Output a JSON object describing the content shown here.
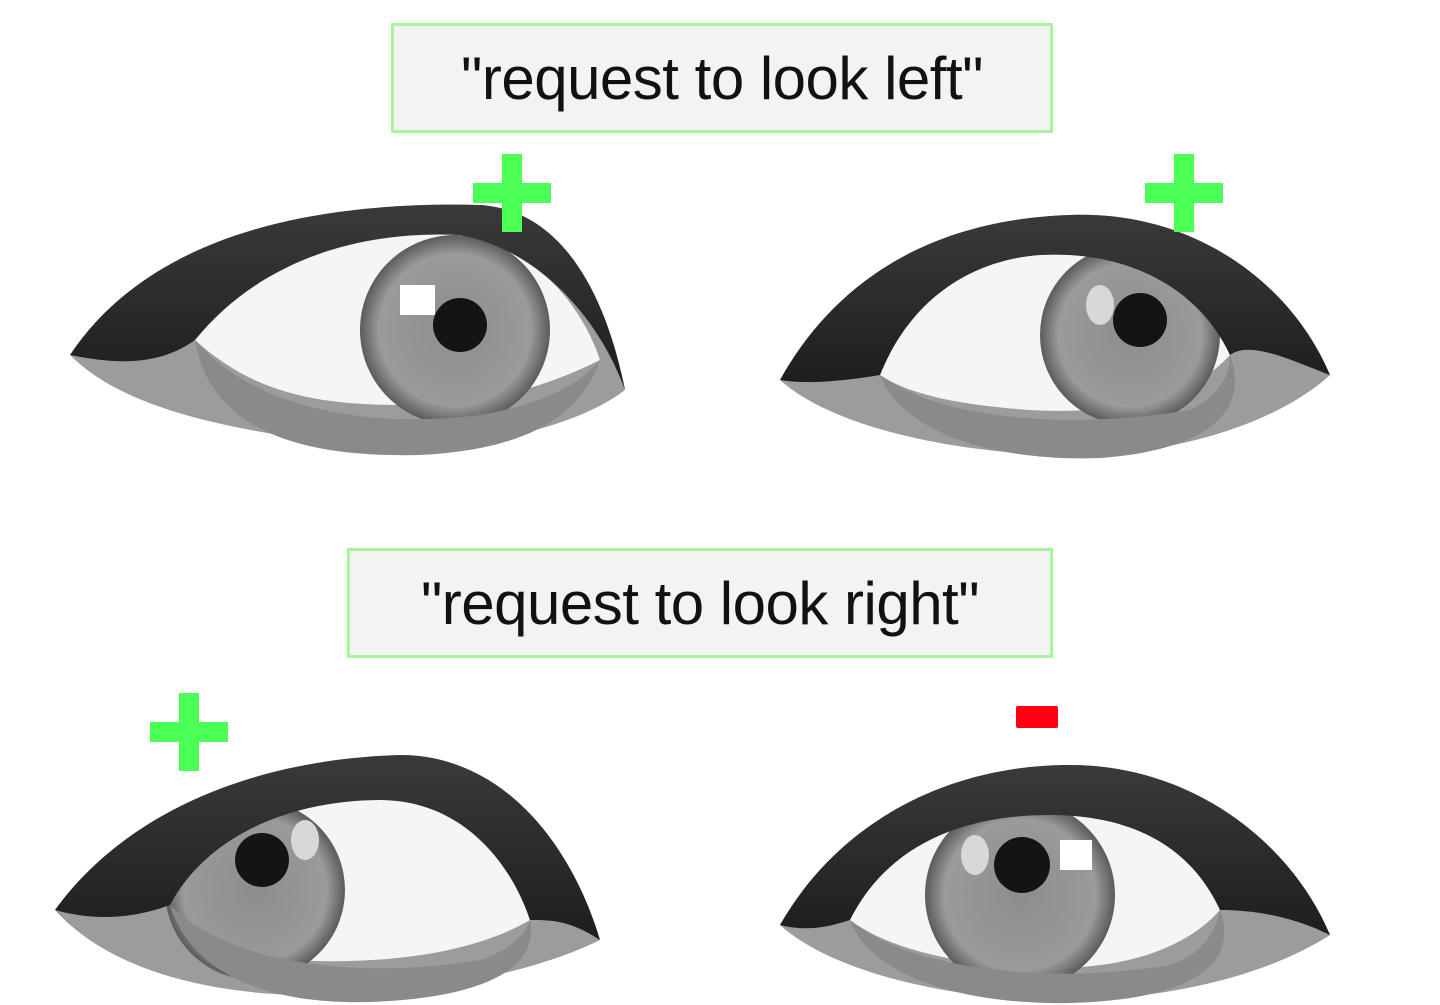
{
  "labels": {
    "look_left": "\"request to look left\"",
    "look_right": "\"request to look right\""
  },
  "colors": {
    "plus": "#4cff55",
    "minus": "#ff0010",
    "label_border": "#a6f59a",
    "label_bg": "#f3f3f3"
  },
  "panels": [
    {
      "row": "look-left",
      "eye": "left-eye",
      "gaze": "left",
      "marker": "+"
    },
    {
      "row": "look-left",
      "eye": "right-eye",
      "gaze": "left",
      "marker": "+"
    },
    {
      "row": "look-right",
      "eye": "left-eye",
      "gaze": "right",
      "marker": "+"
    },
    {
      "row": "look-right",
      "eye": "right-eye",
      "gaze": "center",
      "marker": "-"
    }
  ],
  "markers": {
    "plus": "plus-icon",
    "minus": "minus-icon"
  }
}
